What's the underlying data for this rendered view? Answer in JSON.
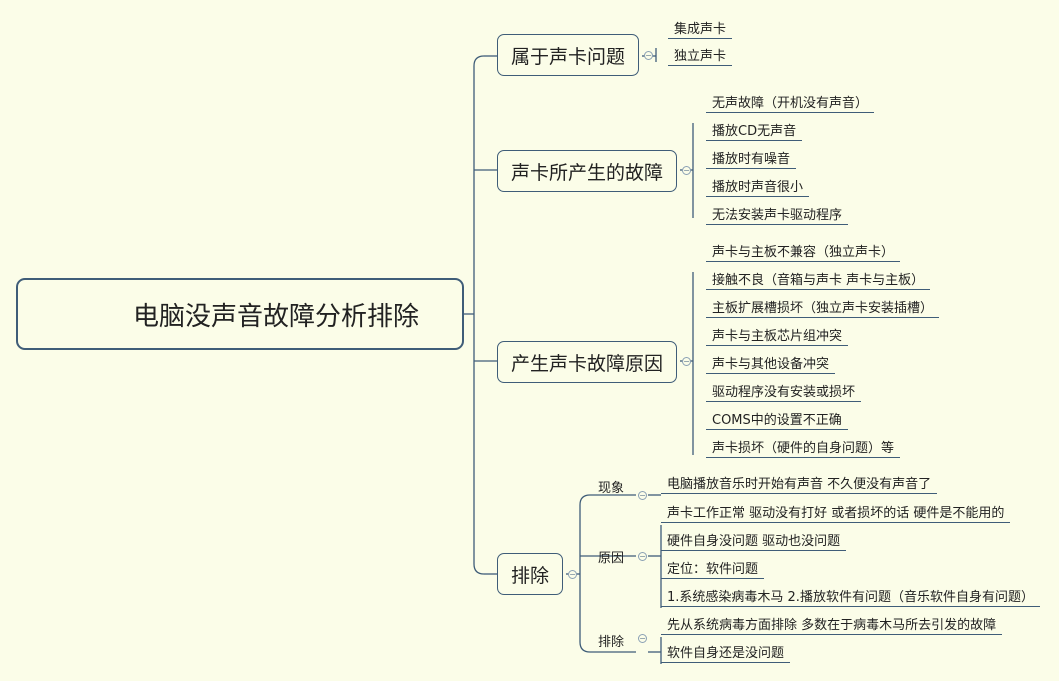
{
  "root": {
    "title": "电脑没声音故障分析排除"
  },
  "collapse_glyph": "−",
  "branches": [
    {
      "label": "属于声卡问题",
      "items": [
        "集成声卡",
        "独立声卡"
      ]
    },
    {
      "label": "声卡所产生的故障",
      "items": [
        "无声故障（开机没有声音）",
        "播放CD无声音",
        "播放时有噪音",
        "播放时声音很小",
        "无法安装声卡驱动程序"
      ]
    },
    {
      "label": "产生声卡故障原因",
      "items": [
        "声卡与主板不兼容（独立声卡）",
        "接触不良（音箱与声卡 声卡与主板）",
        "主板扩展槽损坏（独立声卡安装插槽）",
        "声卡与主板芯片组冲突",
        "声卡与其他设备冲突",
        "驱动程序没有安装或损坏",
        "COMS中的设置不正确",
        "声卡损坏（硬件的自身问题）等"
      ]
    },
    {
      "label": "排除",
      "groups": [
        {
          "label": "现象",
          "items": [
            "电脑播放音乐时开始有声音 不久便没有声音了"
          ]
        },
        {
          "label": "原因",
          "items": [
            "声卡工作正常 驱动没有打好 或者损坏的话 硬件是不能用的",
            "硬件自身没问题 驱动也没问题",
            "定位：软件问题",
            "1.系统感染病毒木马 2.播放软件有问题（音乐软件自身有问题）"
          ]
        },
        {
          "label": "排除",
          "items": [
            "先从系统病毒方面排除 多数在于病毒木马所去引发的故障",
            "软件自身还是没问题"
          ]
        }
      ]
    }
  ]
}
